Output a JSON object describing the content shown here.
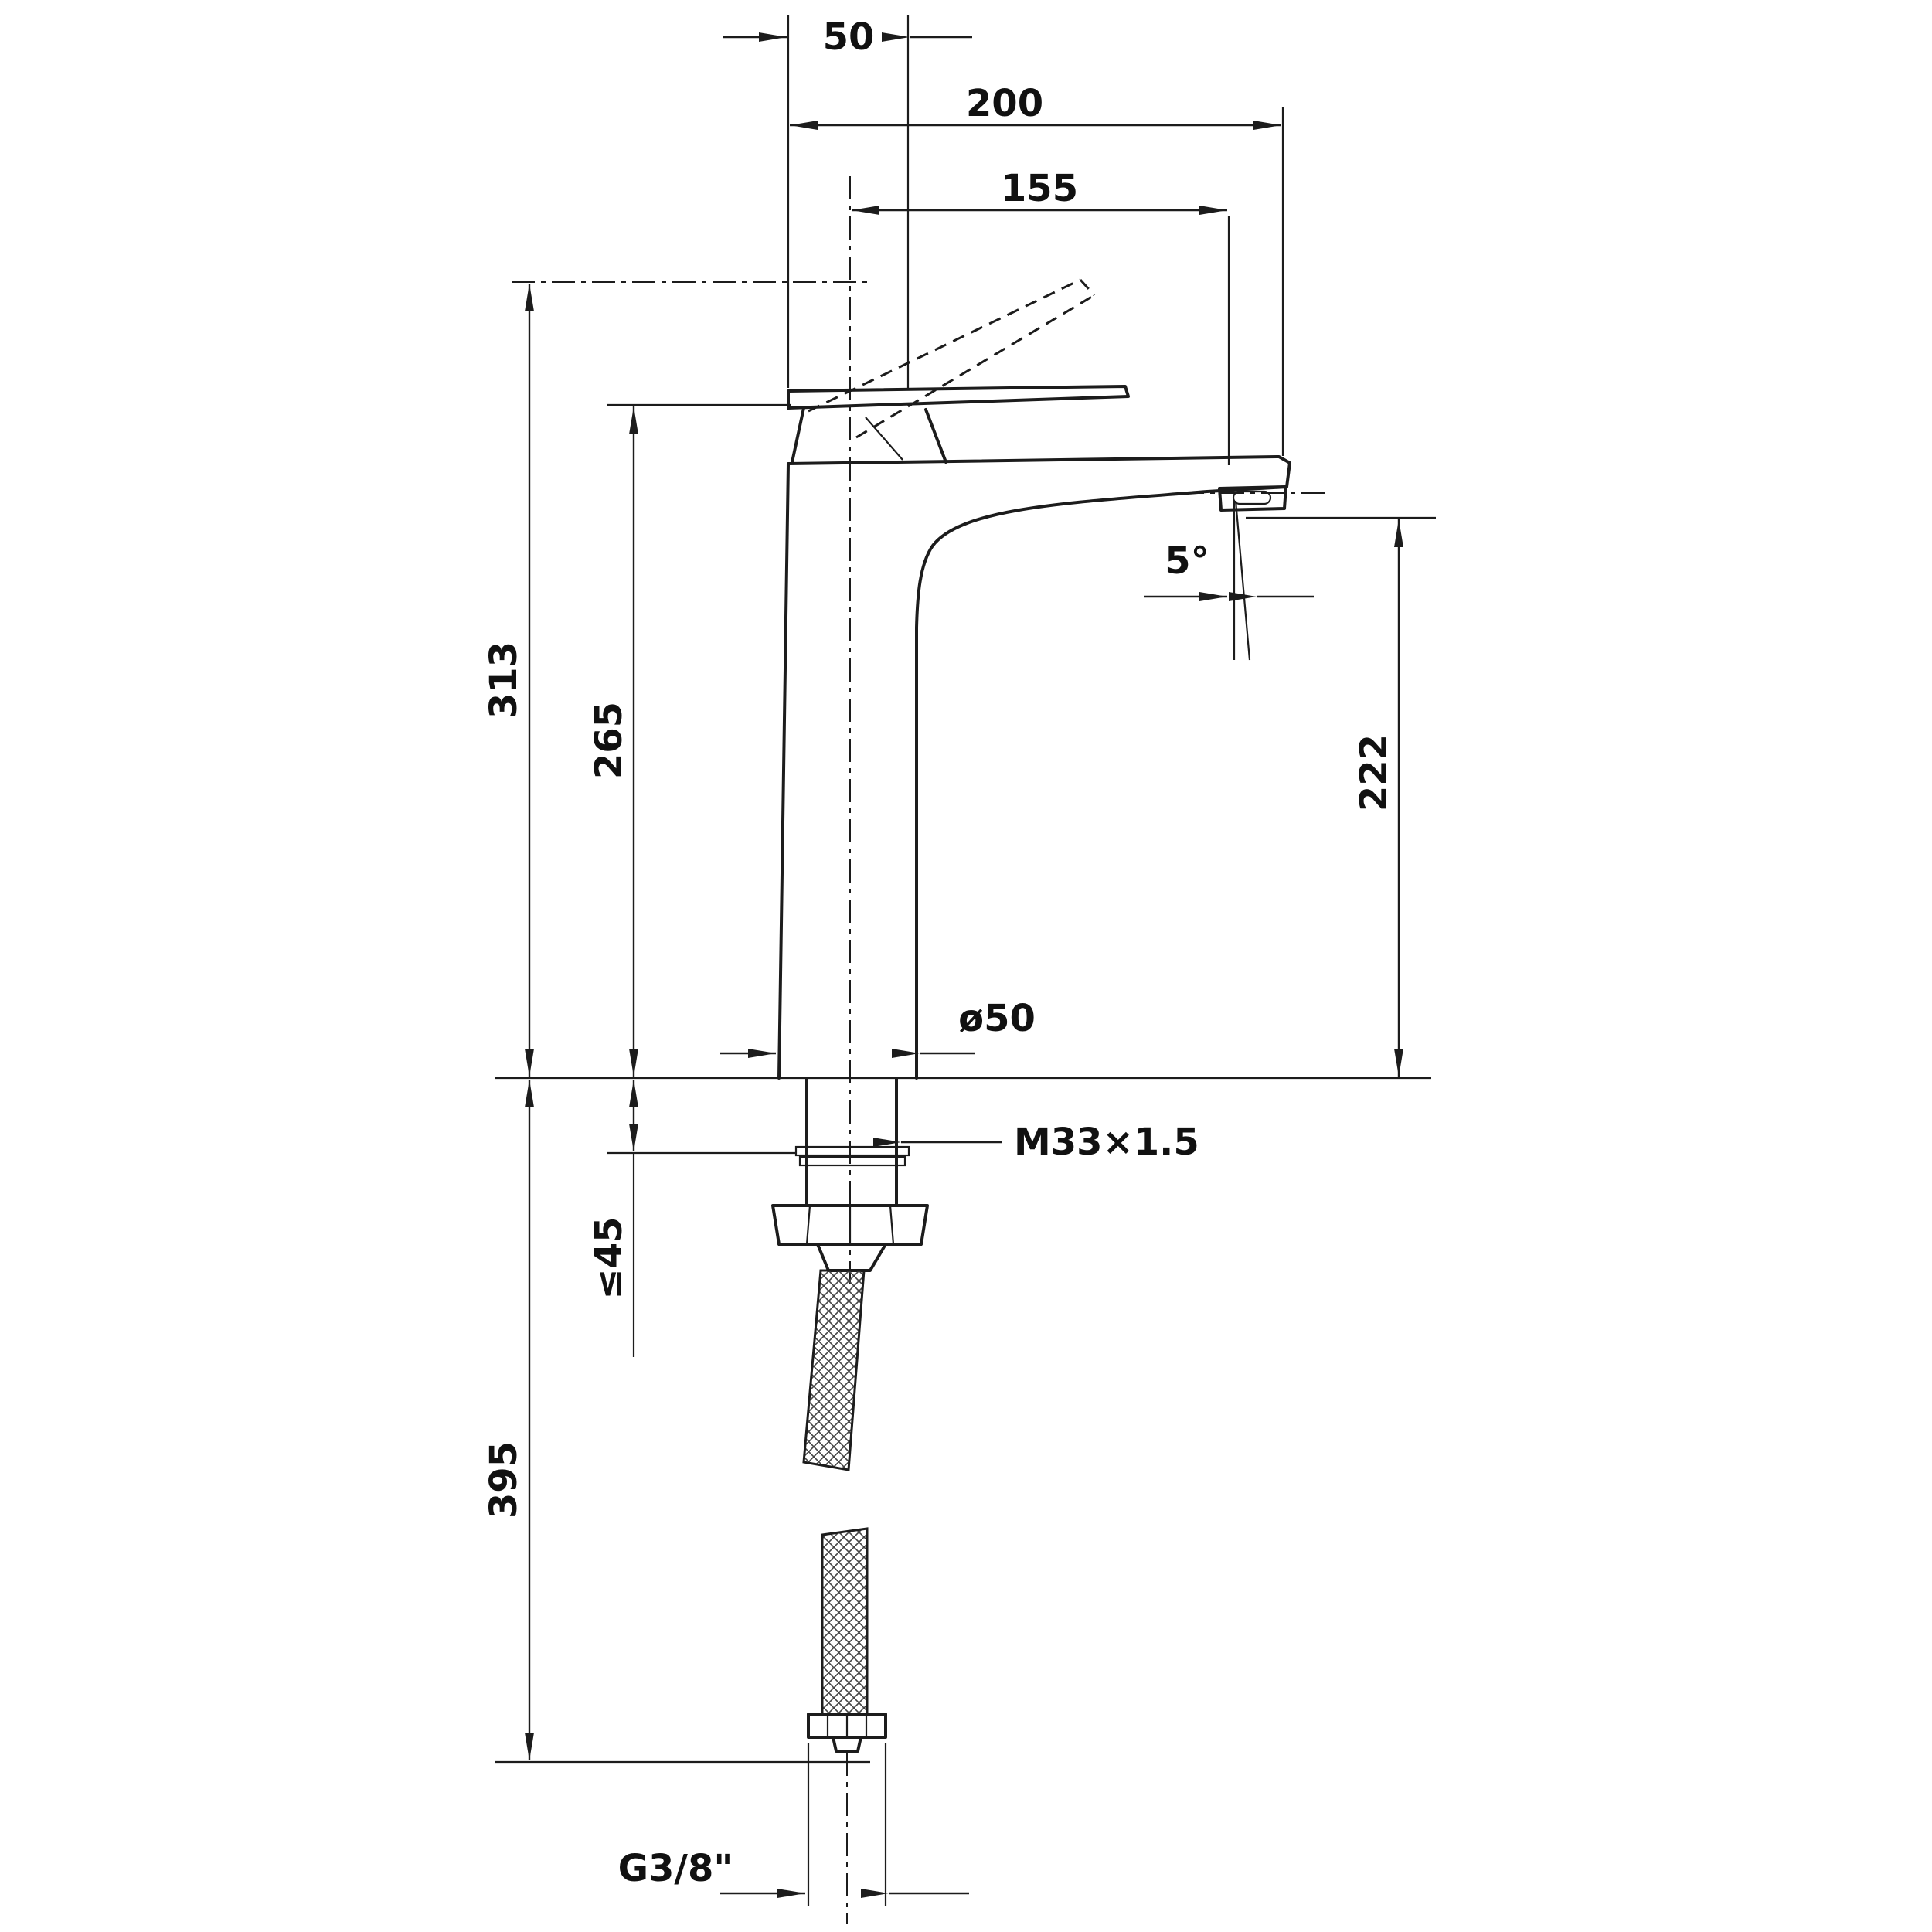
{
  "diagram": {
    "type": "technical-drawing",
    "subject": "single-lever tall basin mixer tap — dimensional line drawing",
    "units": "mm",
    "colors": {
      "line": "#1c1c1c",
      "background": "#ffffff"
    },
    "dimensions": {
      "handle_width": "50",
      "total_depth": "200",
      "spout_reach": "155",
      "height_to_lever_top": "313",
      "height_to_spout_deck": "265",
      "spout_outlet_height": "222",
      "spout_angle": "5°",
      "body_diameter": "ø50",
      "shank_thread": "M33×1.5",
      "max_mounting_thickness": "≤45",
      "hose_length_below_deck": "395",
      "hose_connection": "G3/8\""
    }
  }
}
